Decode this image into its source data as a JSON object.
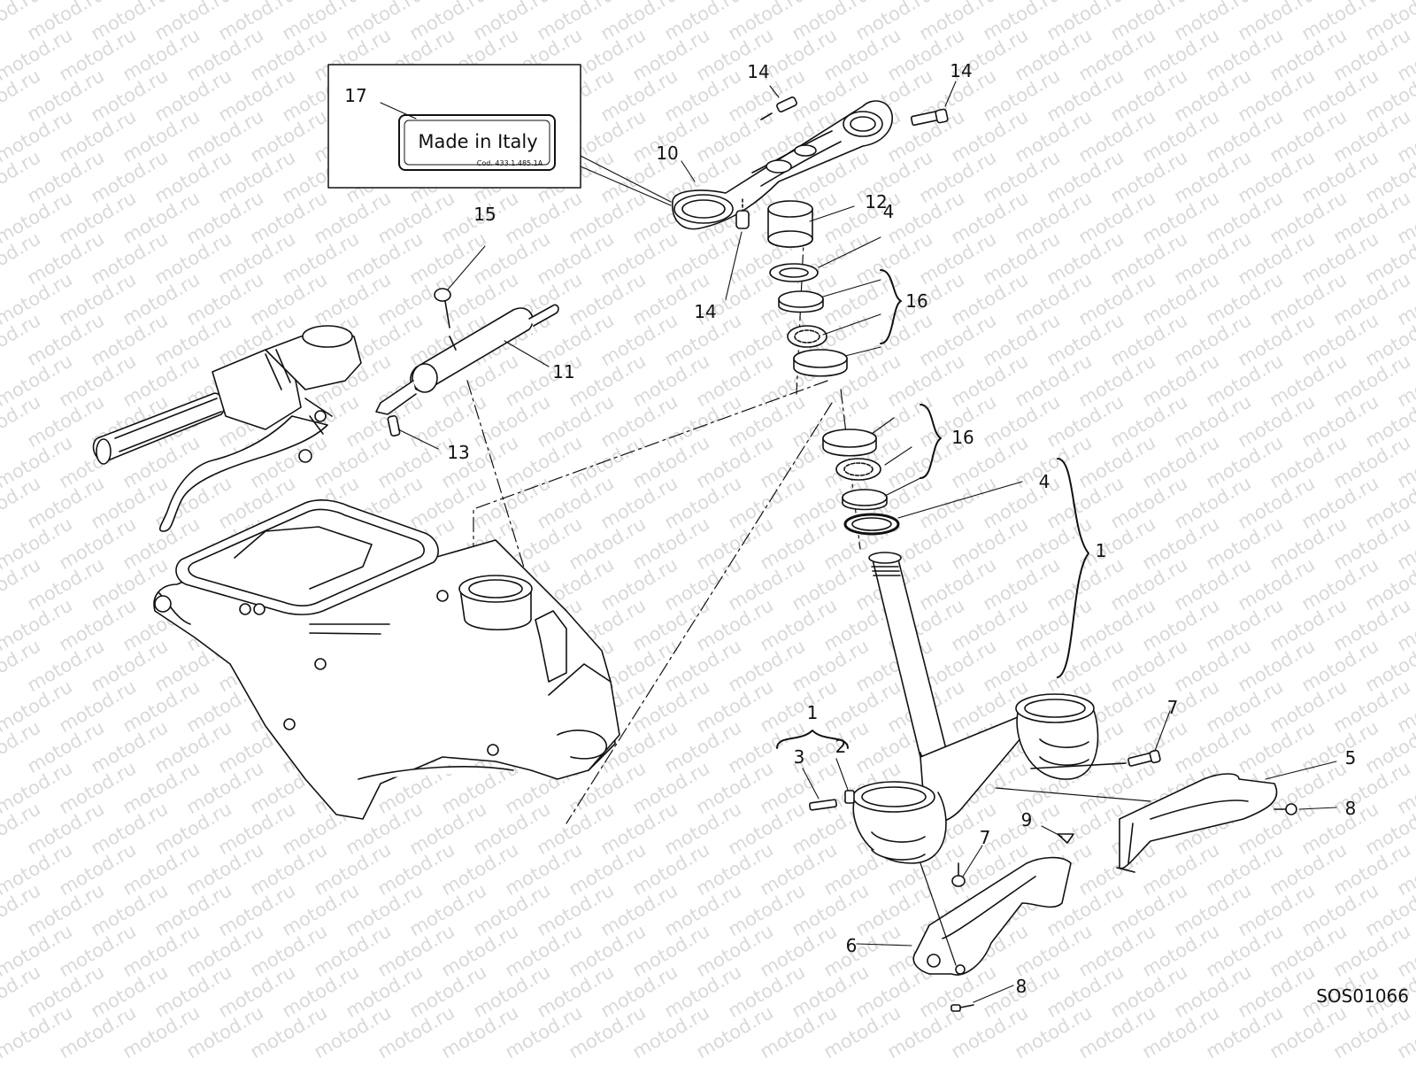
{
  "diagram": {
    "drawing_code": "SOS01066",
    "watermark": "motod.ru",
    "label_plate": {
      "text": "Made in Italy",
      "code": "Cod. 433.1.485.1A"
    },
    "callouts": {
      "c1a": "1",
      "c1b": "1",
      "c2": "2",
      "c3": "3",
      "c4a": "4",
      "c4b": "4",
      "c5": "5",
      "c6": "6",
      "c7a": "7",
      "c7b": "7",
      "c8a": "8",
      "c8b": "8",
      "c9": "9",
      "c10": "10",
      "c11": "11",
      "c12": "12",
      "c13": "13",
      "c14a": "14",
      "c14b": "14",
      "c14c": "14",
      "c15": "15",
      "c16a": "16",
      "c16b": "16",
      "c17": "17"
    }
  },
  "colors": {
    "ink": "#111111",
    "watermark": "#d9d9d9",
    "background": "#ffffff"
  }
}
